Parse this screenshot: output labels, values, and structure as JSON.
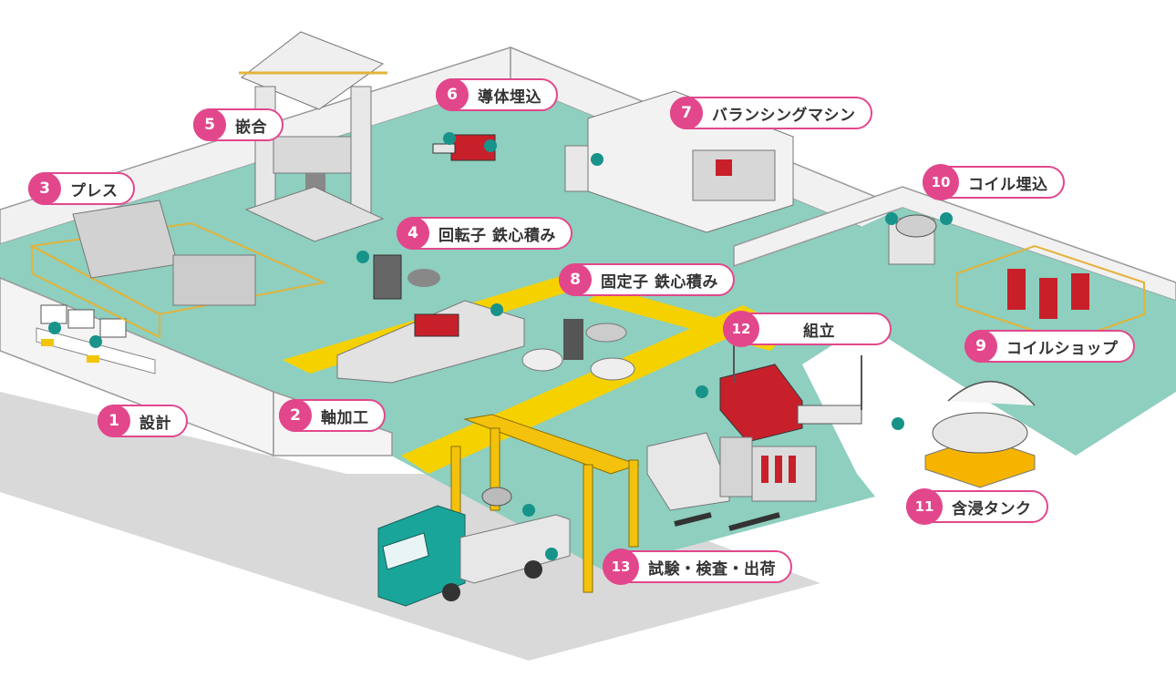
{
  "colors": {
    "floor": "#8ecfbf",
    "wall": "#f1f1f1",
    "wall_line": "#9a9a9a",
    "ground": "#d9d9d9",
    "walkway": "#f6d100",
    "accent": "#e2478c",
    "machine_red": "#c8202a",
    "worker": "#17938a",
    "helmet": "#f3c400",
    "crane": "#f4c20d"
  },
  "stations": [
    {
      "number": "1",
      "label": "設計"
    },
    {
      "number": "2",
      "label": "軸加工"
    },
    {
      "number": "3",
      "label": "プレス"
    },
    {
      "number": "4",
      "label": "回転子 鉄心積み"
    },
    {
      "number": "5",
      "label": "嵌合"
    },
    {
      "number": "6",
      "label": "導体埋込"
    },
    {
      "number": "7",
      "label": "バランシングマシン"
    },
    {
      "number": "8",
      "label": "固定子 鉄心積み"
    },
    {
      "number": "9",
      "label": "コイルショップ"
    },
    {
      "number": "10",
      "label": "コイル埋込"
    },
    {
      "number": "11",
      "label": "含浸タンク"
    },
    {
      "number": "12",
      "label": "組立"
    },
    {
      "number": "13",
      "label": "試験・検査・出荷"
    }
  ]
}
